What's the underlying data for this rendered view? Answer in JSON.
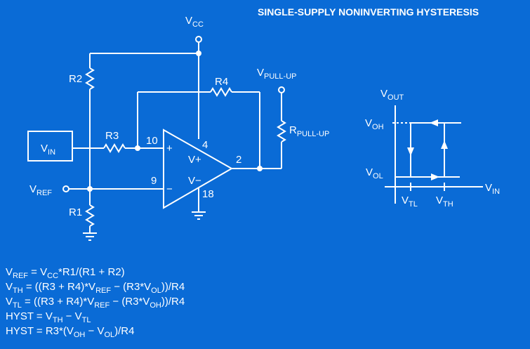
{
  "title": "SINGLE-SUPPLY NONINVERTING HYSTERESIS",
  "colors": {
    "background": "#0a6bd6",
    "line": "#ffffff"
  },
  "circuit": {
    "vcc": {
      "main": "V",
      "sub": "CC"
    },
    "vpullup": {
      "main": "V",
      "sub": "PULL-UP"
    },
    "rpullup": {
      "main": "R",
      "sub": "PULL-UP"
    },
    "vin": {
      "main": "V",
      "sub": "IN"
    },
    "vref": {
      "main": "V",
      "sub": "REF"
    },
    "r1": "R1",
    "r2": "R2",
    "r3": "R3",
    "r4": "R4",
    "pin10": "10",
    "pin9": "9",
    "pin4": "4",
    "pin2": "2",
    "pin18": "18",
    "plus": "+",
    "minus": "−",
    "vplus": "V+",
    "vminus": "V−"
  },
  "graph": {
    "vout": {
      "main": "V",
      "sub": "OUT"
    },
    "voh": {
      "main": "V",
      "sub": "OH"
    },
    "vol": {
      "main": "V",
      "sub": "OL"
    },
    "vtl": {
      "main": "V",
      "sub": "TL"
    },
    "vth": {
      "main": "V",
      "sub": "TH"
    },
    "vin": {
      "main": "V",
      "sub": "IN"
    }
  },
  "equations": [
    {
      "parts": [
        [
          "V",
          ""
        ],
        [
          "REF",
          "sub"
        ],
        [
          " = V",
          ""
        ],
        [
          "CC",
          "sub"
        ],
        [
          "*R1/(R1 + R2)",
          ""
        ]
      ]
    },
    {
      "parts": [
        [
          "V",
          ""
        ],
        [
          "TH",
          "sub"
        ],
        [
          " = ((R3 + R4)*V",
          ""
        ],
        [
          "REF",
          "sub"
        ],
        [
          " − (R3*V",
          ""
        ],
        [
          "OL",
          "sub"
        ],
        [
          "))/R4",
          ""
        ]
      ]
    },
    {
      "parts": [
        [
          "V",
          ""
        ],
        [
          "TL",
          "sub"
        ],
        [
          " = ((R3 + R4)*V",
          ""
        ],
        [
          "REF",
          "sub"
        ],
        [
          " − (R3*V",
          ""
        ],
        [
          "OH",
          "sub"
        ],
        [
          "))/R4",
          ""
        ]
      ]
    },
    {
      "parts": [
        [
          "HYST = V",
          ""
        ],
        [
          "TH",
          "sub"
        ],
        [
          " − V",
          ""
        ],
        [
          "TL",
          "sub"
        ]
      ]
    },
    {
      "parts": [
        [
          "HYST = R3*(V",
          ""
        ],
        [
          "OH",
          "sub"
        ],
        [
          " − V",
          ""
        ],
        [
          "OL",
          "sub"
        ],
        [
          ")/R4",
          ""
        ]
      ]
    }
  ]
}
